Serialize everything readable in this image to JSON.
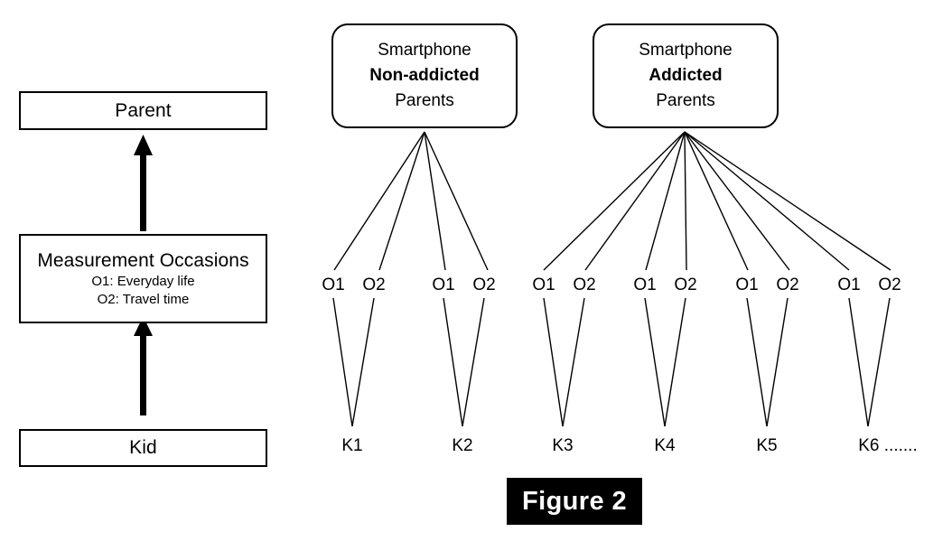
{
  "figure": {
    "caption": "Figure 2",
    "caption_bg": "#000000",
    "caption_fg": "#ffffff"
  },
  "left_panel": {
    "boxes": [
      {
        "title": "Parent",
        "sub1": "",
        "sub2": ""
      },
      {
        "title": "Measurement Occasions",
        "sub1": "O1: Everyday life",
        "sub2": "O2: Travel time"
      },
      {
        "title": "Kid",
        "sub1": "",
        "sub2": ""
      }
    ],
    "arrows": [
      {
        "from": "Measurement Occasions",
        "to": "Parent"
      },
      {
        "from": "Kid",
        "to": "Measurement Occasions"
      }
    ]
  },
  "right_panel": {
    "groups": [
      {
        "line1": "Smartphone",
        "line2": "Non-addicted",
        "line3": "Parents",
        "kids": [
          {
            "label": "K1",
            "occasions": [
              "O1",
              "O2"
            ]
          },
          {
            "label": "K2",
            "occasions": [
              "O1",
              "O2"
            ]
          }
        ]
      },
      {
        "line1": "Smartphone",
        "line2": "Addicted",
        "line3": "Parents",
        "kids": [
          {
            "label": "K3",
            "occasions": [
              "O1",
              "O2"
            ]
          },
          {
            "label": "K4",
            "occasions": [
              "O1",
              "O2"
            ]
          },
          {
            "label": "K5",
            "occasions": [
              "O1",
              "O2"
            ]
          },
          {
            "label": "K6 .......",
            "occasions": [
              "O1",
              "O2"
            ]
          }
        ]
      }
    ]
  },
  "style": {
    "stroke": "#000000",
    "background": "#ffffff"
  }
}
